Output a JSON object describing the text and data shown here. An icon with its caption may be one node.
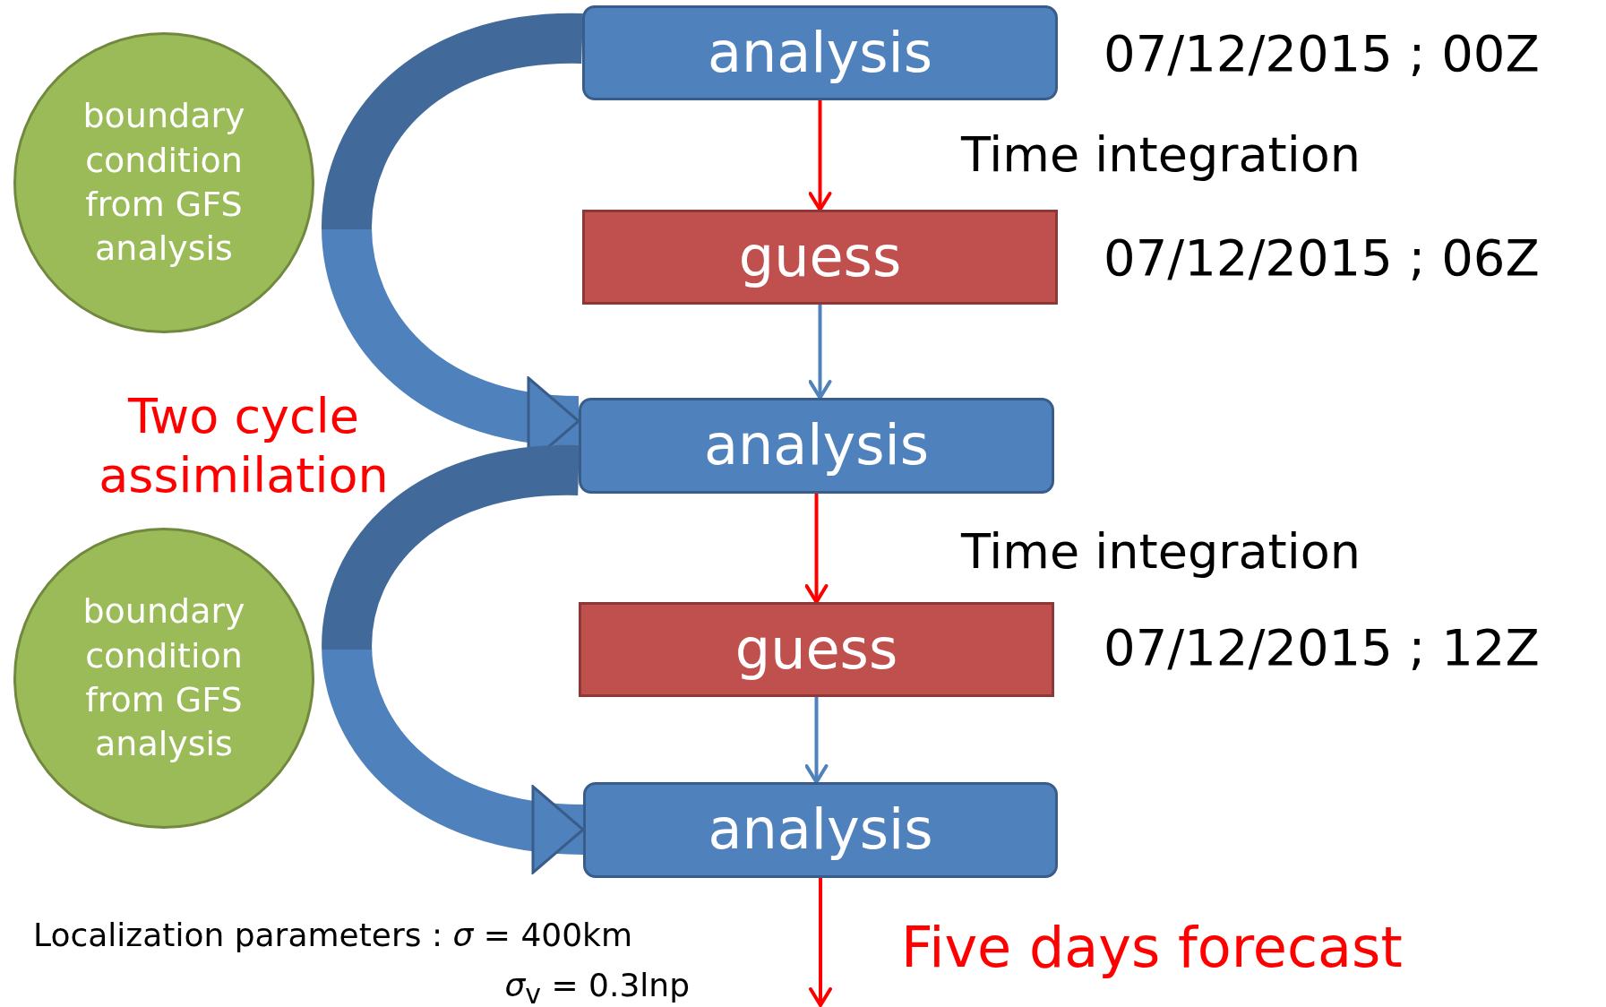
{
  "diagram": {
    "nodes": [
      {
        "text": [
          "analysis"
        ],
        "beside": [
          "07/12/2015 ; 00Z"
        ]
      },
      {
        "text": [
          "guess"
        ],
        "beside": [
          "07/12/2015 ; 06Z"
        ]
      },
      {
        "text": [
          "analysis"
        ]
      },
      {
        "text": [
          "guess"
        ],
        "beside": [
          "07/12/2015 ; 12Z"
        ]
      },
      {
        "text": [
          "analysis"
        ]
      },
      {
        "text": [
          "boundary condition from GFS analysis"
        ]
      },
      {
        "text": [
          "boundary condition from GFS analysis"
        ]
      }
    ],
    "edges": [
      {
        "from": 0,
        "to": 1,
        "arrow": "to",
        "color": "#ff0000"
      },
      {
        "from": 1,
        "to": 2,
        "arrow": "to",
        "color": "#4f81bd"
      },
      {
        "from": 2,
        "to": 3,
        "arrow": "to",
        "color": "#ff0000"
      },
      {
        "from": 3,
        "to": 4,
        "arrow": "to",
        "color": "#4f81bd"
      },
      {
        "from": 4,
        "to": null,
        "arrow": "to",
        "color": "#ff0000"
      },
      {
        "from": 0,
        "to": 2,
        "arrow": "to",
        "style": "thick"
      },
      {
        "from": 2,
        "to": 4,
        "arrow": "to",
        "style": "thick"
      }
    ],
    "labels": [
      "Time integration",
      "Two cycle assimilation",
      "Time integration",
      "Localization parameters : *σ* = 400km",
      "*σ*$_{v}$ = 0.3lnp",
      "Five days forecast"
    ]
  }
}
